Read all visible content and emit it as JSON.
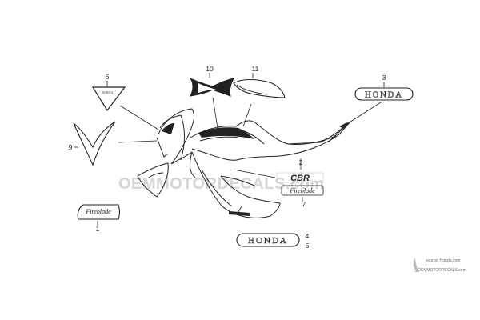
{
  "watermark": {
    "text": "OEMMOTORDECALS.com",
    "small_text": "OEMMOTORDECALS.com"
  },
  "source_credit": "source: Honda.com",
  "decals": {
    "honda_label": "HONDA",
    "model_label": "CBR",
    "script_label": "Fireblade"
  },
  "callouts": [
    {
      "id": "1",
      "text": "1"
    },
    {
      "id": "2",
      "text": "2"
    },
    {
      "id": "3",
      "text": "3"
    },
    {
      "id": "4",
      "text": "4"
    },
    {
      "id": "5",
      "text": "5"
    },
    {
      "id": "6",
      "text": "6"
    },
    {
      "id": "7",
      "text": "7"
    },
    {
      "id": "9",
      "text": "9"
    },
    {
      "id": "10",
      "text": "10"
    },
    {
      "id": "11",
      "text": "11"
    }
  ],
  "colors": {
    "line": "#222222",
    "watermark": "#d6d6d6"
  }
}
